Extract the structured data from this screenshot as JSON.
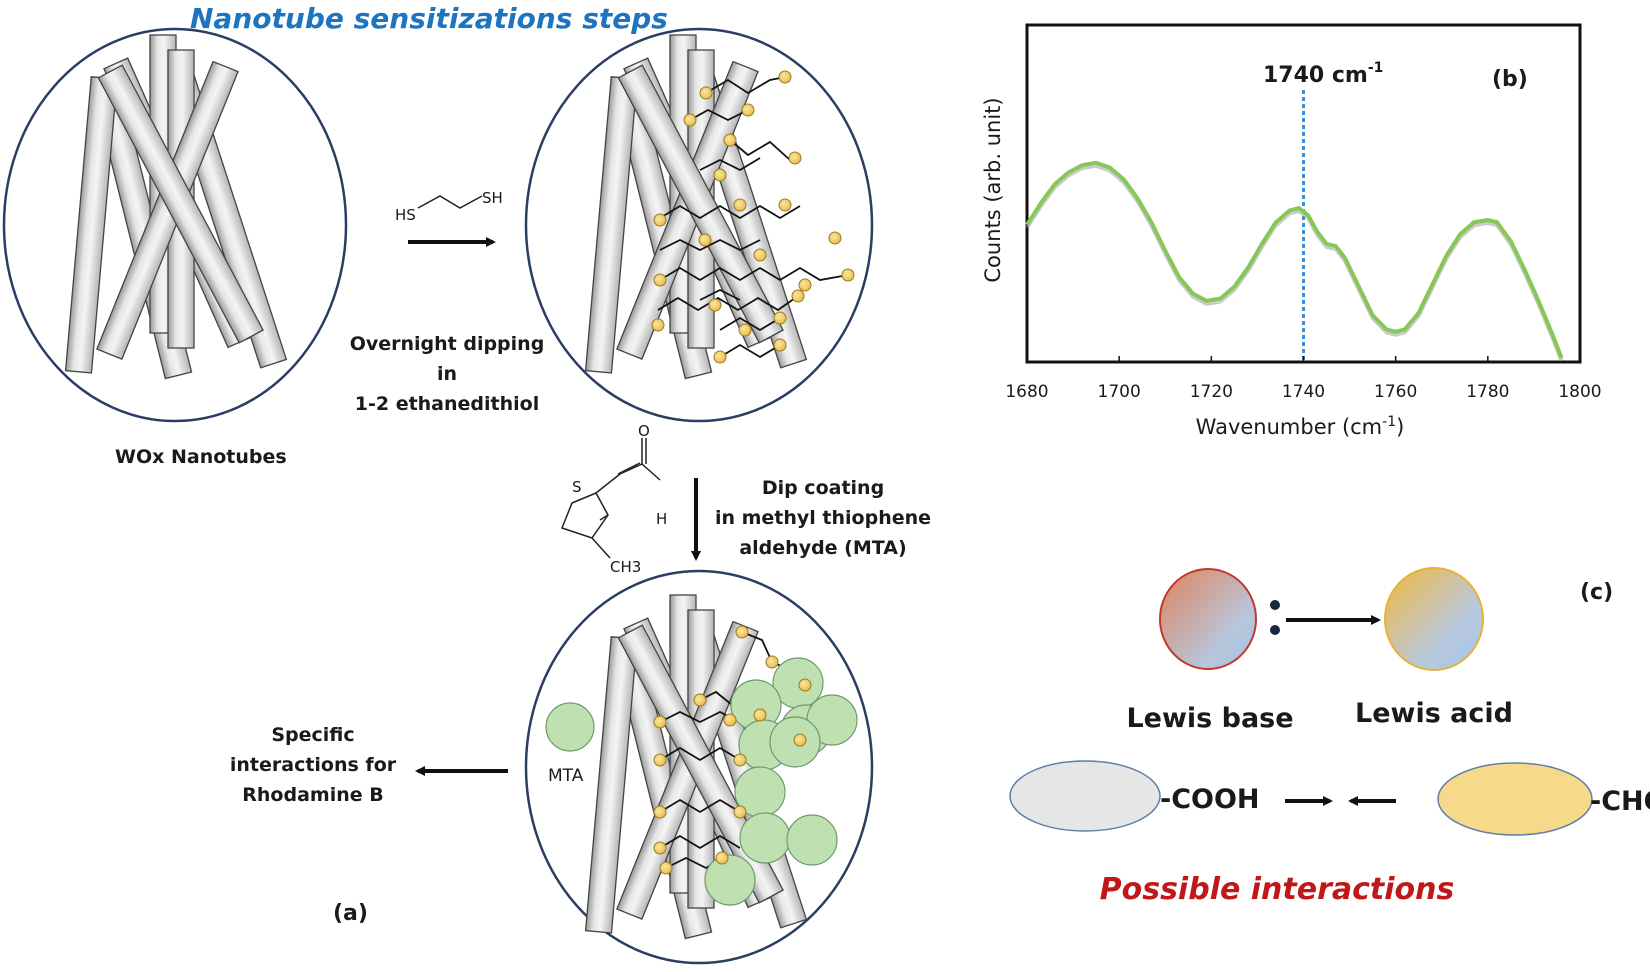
{
  "title": "Nanotube sensitizations steps",
  "panel_a": {
    "label": "(a)",
    "nanotubes_label": "WOx Nanotubes",
    "step1_reagent_left": "HS",
    "step1_reagent_right": "SH",
    "step1_lines": [
      "Overnight dipping",
      "in",
      "1-2 ethanedithiol"
    ],
    "step2_lines": [
      "Dip coating",
      "in methyl thiophene",
      "aldehyde (MTA)"
    ],
    "mta_atoms": {
      "S": "S",
      "O": "O",
      "H": "H",
      "CH3": "CH3"
    },
    "mta_label": "MTA",
    "result_lines": [
      "Specific",
      "interactions for",
      "Rhodamine B"
    ]
  },
  "panel_b": {
    "label": "(b)",
    "annotation": "1740 cm",
    "annotation_sup": "-1"
  },
  "panel_c": {
    "label": "(c)",
    "lewis_base": "Lewis base",
    "lewis_acid": "Lewis acid",
    "cooh": "-COOH",
    "cho": "-CHO",
    "footer": "Possible interactions"
  },
  "colors": {
    "title": "#1f74c0",
    "circle_border": "#2a3d63",
    "dots": "#f0cd6a",
    "mta_spheres": "#bfe0b0",
    "spectrum_line": "#86c857",
    "marker_line": "#3a8fd6",
    "red_text": "#c01818"
  },
  "chart_data": {
    "type": "line",
    "xlabel": "Wavenumber (cm-1)",
    "ylabel": "Counts (arb. unit)",
    "xlim": [
      1680,
      1800
    ],
    "xticks": [
      1680,
      1700,
      1720,
      1740,
      1760,
      1780,
      1800
    ],
    "grid": false,
    "marker_x": 1740,
    "series": [
      {
        "x": [
          1680,
          1683,
          1686,
          1689,
          1692,
          1695,
          1698,
          1701,
          1704,
          1707,
          1710,
          1713,
          1716,
          1719,
          1722,
          1725,
          1728,
          1731,
          1734,
          1737,
          1739,
          1741,
          1743,
          1745,
          1747,
          1749,
          1752,
          1755,
          1758,
          1760,
          1762,
          1765,
          1768,
          1771,
          1774,
          1777,
          1780,
          1782,
          1785,
          1788,
          1791,
          1794,
          1796
        ],
        "y": [
          0.56,
          0.65,
          0.73,
          0.78,
          0.81,
          0.82,
          0.8,
          0.75,
          0.67,
          0.57,
          0.45,
          0.34,
          0.27,
          0.24,
          0.25,
          0.3,
          0.38,
          0.48,
          0.57,
          0.62,
          0.63,
          0.6,
          0.53,
          0.48,
          0.47,
          0.42,
          0.3,
          0.18,
          0.12,
          0.11,
          0.12,
          0.19,
          0.31,
          0.43,
          0.52,
          0.57,
          0.58,
          0.57,
          0.49,
          0.37,
          0.24,
          0.1,
          0.0
        ]
      }
    ]
  }
}
